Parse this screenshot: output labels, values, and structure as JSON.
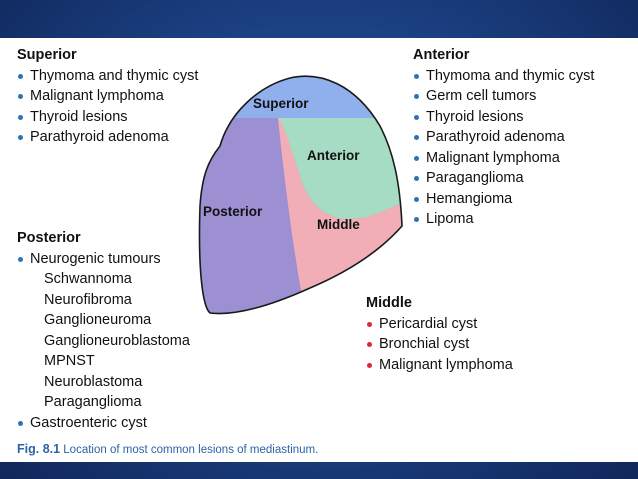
{
  "superior": {
    "title": "Superior",
    "items": [
      "Thymoma and thymic cyst",
      "Malignant lymphoma",
      "Thyroid lesions",
      "Parathyroid adenoma"
    ]
  },
  "anterior": {
    "title": "Anterior",
    "items": [
      "Thymoma and thymic cyst",
      "Germ cell tumors",
      "Thyroid lesions",
      "Parathyroid adenoma",
      "Malignant lymphoma",
      "Paraganglioma",
      "Hemangioma",
      "Lipoma"
    ]
  },
  "posterior": {
    "title": "Posterior",
    "neurogenic": "Neurogenic tumours",
    "subitems": [
      "Schwannoma",
      "Neurofibroma",
      "Ganglioneuroma",
      "Ganglioneuroblastoma",
      "MPNST",
      "Neuroblastoma",
      "Paraganglioma"
    ],
    "gastro": "Gastroenteric cyst"
  },
  "middle": {
    "title": "Middle",
    "items": [
      "Pericardial cyst",
      "Bronchial cyst",
      "Malignant lymphoma"
    ]
  },
  "diagram": {
    "superior_label": "Superior",
    "anterior_label": "Anterior",
    "posterior_label": "Posterior",
    "middle_label": "Middle",
    "colors": {
      "superior": "#8fb0ec",
      "anterior": "#a6dcc4",
      "posterior": "#9c8fd2",
      "middle": "#f2aeb6"
    }
  },
  "caption": {
    "fig": "Fig. 8.1",
    "text": "Location of most common lesions of mediastinum."
  }
}
